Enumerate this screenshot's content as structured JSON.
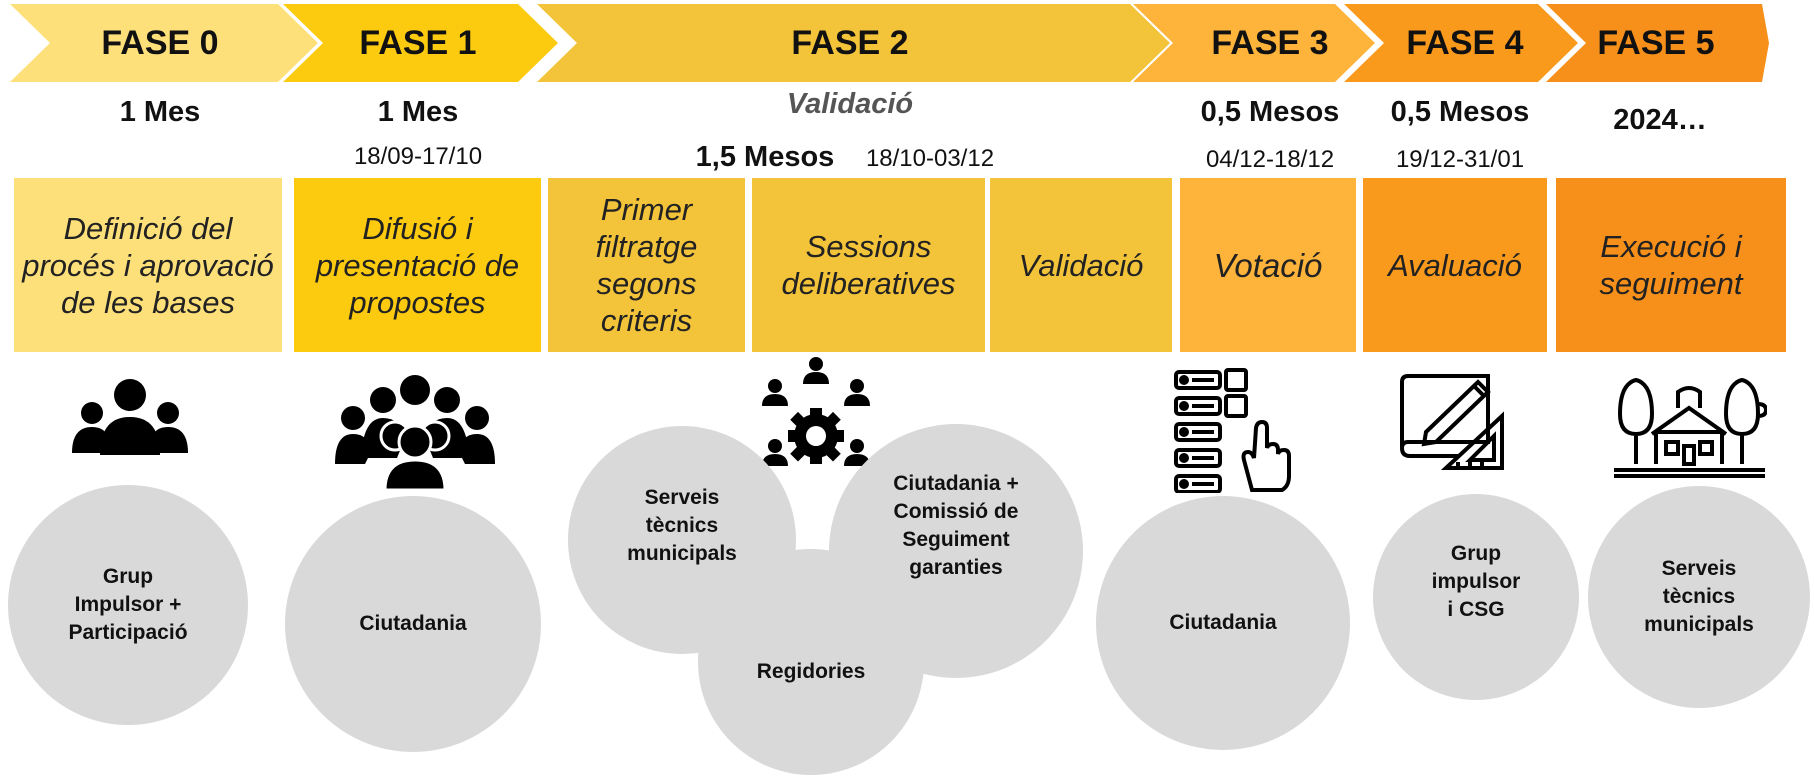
{
  "colors": {
    "phase0": "#fde07a",
    "phase1": "#fccb0f",
    "phase2": "#f3c43a",
    "phase3": "#feb33b",
    "phase4": "#f99a1d",
    "phase5": "#f7901a",
    "circle": "#d9d9d9"
  },
  "phases": [
    {
      "label": "FASE 0",
      "duration": "1 Mes",
      "date": ""
    },
    {
      "label": "FASE 1",
      "duration": "1 Mes",
      "date": "18/09-17/10"
    },
    {
      "label": "FASE 2",
      "subtitle": "Validació",
      "duration": "1,5 Mesos",
      "date": "18/10-03/12"
    },
    {
      "label": "FASE 3",
      "duration": "0,5 Mesos",
      "date": "04/12-18/12"
    },
    {
      "label": "FASE 4",
      "duration": "0,5 Mesos",
      "date": "19/12-31/01"
    },
    {
      "label": "FASE 5",
      "duration": "2024…",
      "date": ""
    }
  ],
  "activities": {
    "definicio": "Definició del procés i aprovació de les bases",
    "difusio": "Difusió i presentació de propostes",
    "filtratge": "Primer filtratge segons criteris",
    "sessions": "Sessions deliberatives",
    "validacio": "Validació",
    "votacio": "Votació",
    "avaluacio": "Avaluació",
    "execucio": "Execució i seguiment"
  },
  "actors": {
    "grup_impulsor_participacio": [
      "Grup",
      "Impulsor +",
      "Participació"
    ],
    "ciutadania_1": [
      "Ciutadania"
    ],
    "serveis_tecnics_1": [
      "Serveis",
      "tècnics",
      "municipals"
    ],
    "ciutadania_comissio": [
      "Ciutadania +",
      "Comissió de",
      "Seguiment",
      "garanties"
    ],
    "regidories": [
      "Regidories"
    ],
    "ciutadania_2": [
      "Ciutadania"
    ],
    "grup_impulsor_csg": [
      "Grup",
      "impulsor",
      "i CSG"
    ],
    "serveis_tecnics_2": [
      "Serveis",
      "tècnics",
      "municipals"
    ]
  },
  "icons": {
    "phase0": "group-of-people-icon",
    "phase1": "crowd-icon",
    "phase2": "people-around-gear-icon",
    "phase3": "voting-checklist-icon",
    "phase4": "planning-blueprint-icon",
    "phase5": "town-building-trees-icon"
  }
}
